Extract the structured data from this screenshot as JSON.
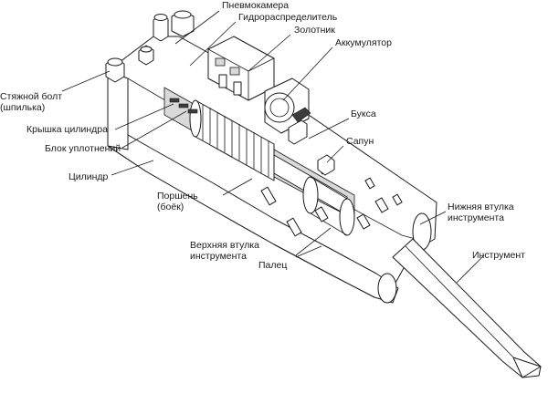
{
  "diagram": {
    "labels": {
      "pnevmokamera": "Пневмокамера",
      "gidroraspredelitel": "Гидрораспределитель",
      "zolotnik": "Золотник",
      "akkumulyator": "Аккумулятор",
      "styazhnoy_bolt_1": "Стяжной болт",
      "styazhnoy_bolt_2": "(шпилька)",
      "kryshka_cilindra": "Крышка цилиндра",
      "blok_uplotneniy": "Блок уплотнений",
      "cilindr": "Цилиндр",
      "porshen_1": "Поршень",
      "porshen_2": "(боёк)",
      "buksa": "Букса",
      "sapun": "Сапун",
      "nizhnyaya_vtulka_1": "Нижняя втулка",
      "nizhnyaya_vtulka_2": "инструмента",
      "verhnyaya_vtulka_1": "Верхняя втулка",
      "verhnyaya_vtulka_2": "инструмента",
      "palec": "Палец",
      "instrument": "Инструмент"
    },
    "colors": {
      "line": "#1a1a1a",
      "section_fill": "#d9d9d9",
      "background": "#ffffff"
    }
  }
}
